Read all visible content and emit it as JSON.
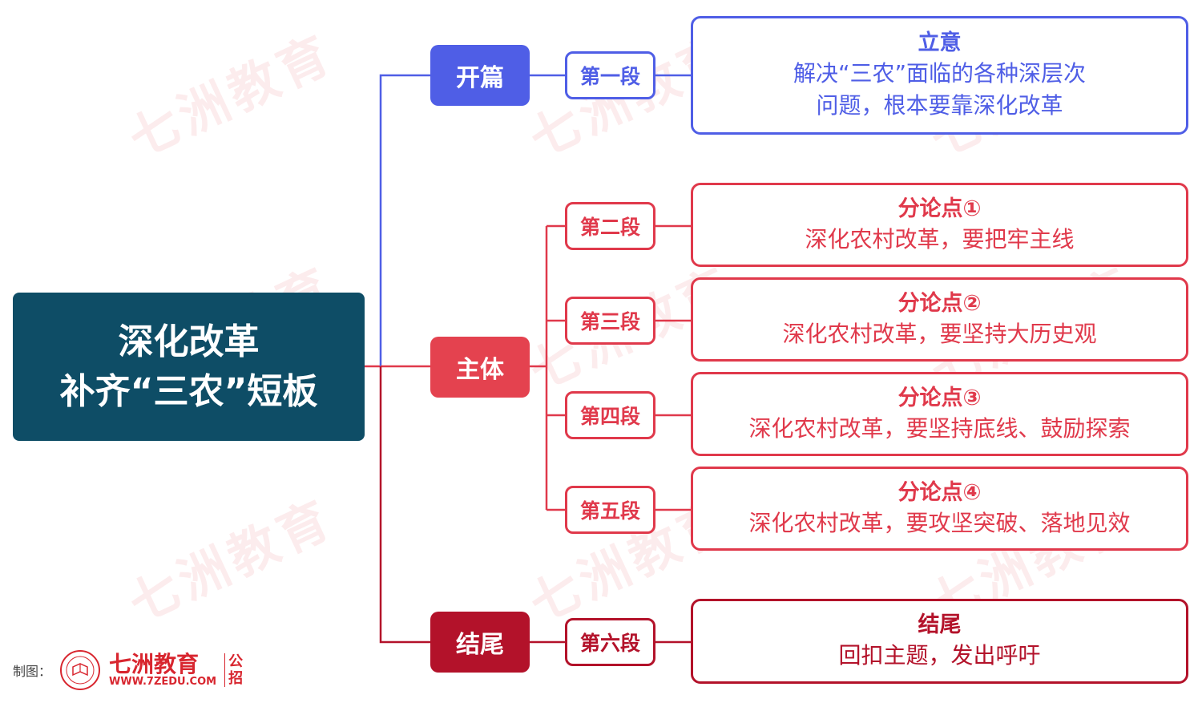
{
  "root": {
    "line1": "深化改革",
    "line2": "补齐“三农”短板"
  },
  "sections": [
    {
      "label": "开篇",
      "color": "#4f5ee6"
    },
    {
      "label": "主体",
      "color": "#e4424f"
    },
    {
      "label": "结尾",
      "color": "#b3122a"
    }
  ],
  "paragraphs": [
    {
      "label": "第一段",
      "title": "立意",
      "body": [
        "解决“三农”面临的各种深层次",
        "问题，根本要靠深化改革"
      ]
    },
    {
      "label": "第二段",
      "title": "分论点①",
      "body": [
        "深化农村改革，要把牢主线"
      ]
    },
    {
      "label": "第三段",
      "title": "分论点②",
      "body": [
        "深化农村改革，要坚持大历史观"
      ]
    },
    {
      "label": "第四段",
      "title": "分论点③",
      "body": [
        "深化农村改革，要坚持底线、鼓励探索"
      ]
    },
    {
      "label": "第五段",
      "title": "分论点④",
      "body": [
        "深化农村改革，要攻坚突破、落地见效"
      ]
    },
    {
      "label": "第六段",
      "title": "结尾",
      "body": [
        "回扣主题，发出呼吁"
      ]
    }
  ],
  "watermark": {
    "brand": "七洲教育",
    "url": "WWW.7ZEDU.COM",
    "tag": "公招"
  },
  "credit": {
    "label": "制图：",
    "brand": "七洲教育",
    "url": "WWW.7ZEDU.COM",
    "tag": [
      "公",
      "招"
    ]
  },
  "colors": {
    "root": "#0e4d66",
    "blue": "#4f5ee6",
    "red": "#e0394b",
    "dark": "#b3122a"
  }
}
